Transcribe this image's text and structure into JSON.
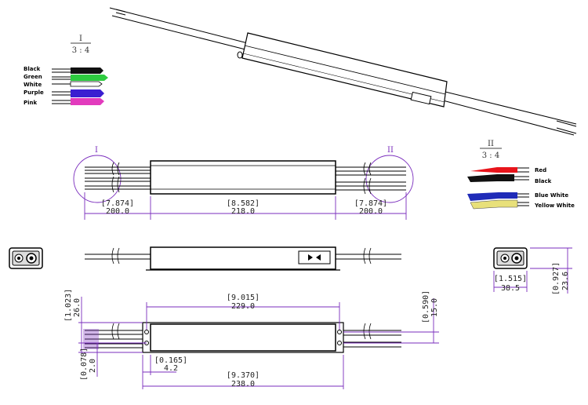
{
  "detail_left": {
    "id": "I",
    "scale": "3 : 4"
  },
  "detail_right": {
    "id": "II",
    "scale": "3 : 4"
  },
  "left_wires": [
    "Black",
    "Green",
    "White",
    "Purple",
    "Pink"
  ],
  "right_wires": [
    "Red",
    "Black",
    "Blue White",
    "Yellow White"
  ],
  "circle_labels": {
    "left": "I",
    "right": "II"
  },
  "dims": {
    "lead_left_in": "[7.874]",
    "lead_left_mm": "200.0",
    "body_in": "[8.582]",
    "body_mm": "218.0",
    "lead_right_in": "[7.874]",
    "lead_right_mm": "200.0",
    "end_width_in": "[1.515]",
    "end_width_mm": "38.5",
    "end_height_in": "[0.927]",
    "end_height_mm": "23.6",
    "mount_pitch_in": "[9.015]",
    "mount_pitch_mm": "229.0",
    "overall_in": "[9.370]",
    "overall_mm": "238.0",
    "height_in": "[1.023]",
    "height_mm": "26.0",
    "hole_in": "[0.078]",
    "hole_mm": "2.0",
    "flange_in": "[0.165]",
    "flange_mm": "4.2",
    "right_h_in": "[0.590]",
    "right_h_mm": "15.0"
  },
  "colors": {
    "black": "#111111",
    "green": "#2ecc40",
    "white": "#ffffff",
    "purple": "#3a1fd1",
    "pink": "#e23bbd",
    "red": "#e8141b",
    "blue": "#1f2bb8",
    "yellow": "#e8e07a",
    "dimension": "#7a2dbd"
  }
}
